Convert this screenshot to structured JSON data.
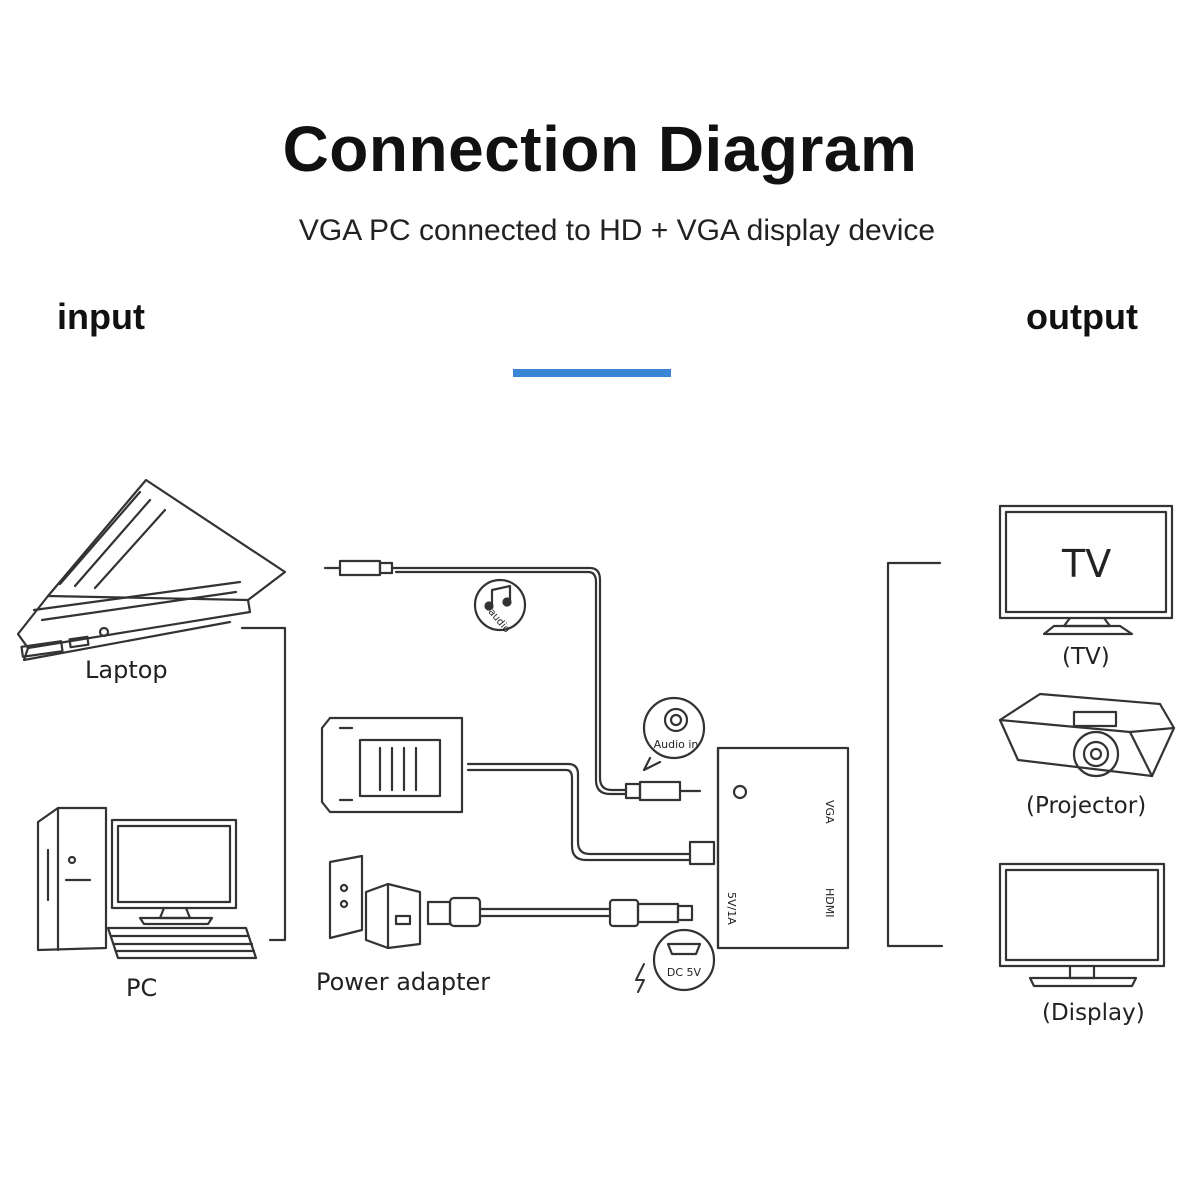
{
  "title": "Connection Diagram",
  "subtitle": "VGA PC connected to HD  + VGA  display device",
  "input_label": "input",
  "output_label": "output",
  "colors": {
    "accent": "#3a86d4",
    "line": "#333333"
  },
  "devices": {
    "laptop": "Laptop",
    "pc": "PC",
    "power_adapter": "Power adapter",
    "tv_screen": "TV",
    "tv": "(TV)",
    "projector": "(Projector)",
    "display": "(Display)"
  },
  "badges": {
    "audio": "audio",
    "audio_in": "Audio in",
    "dc": "DC 5V"
  },
  "ports": {
    "vga": "VGA",
    "hdmi": "HDMI",
    "power": "5V/1A"
  }
}
